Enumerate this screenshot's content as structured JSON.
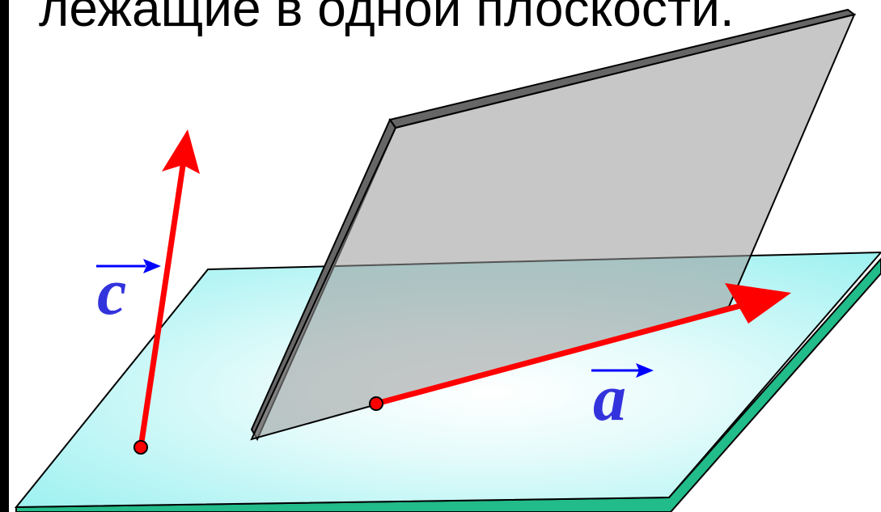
{
  "heading": "лежащие в одной плоскости.",
  "colors": {
    "base_plane_light": "#ffffff",
    "base_plane_dark": "#9ef1f1",
    "base_plane_edge": "#22bb8a",
    "tilted_plane_fill": "#999999",
    "tilted_plane_edge": "#666666",
    "vector": "#ff0000",
    "vector_label": "#3333dd",
    "label_arrow": "#0000ff"
  },
  "icons": [
    "vector-a-arrow",
    "vector-c-arrow"
  ],
  "vectors": {
    "a": {
      "label": "a"
    },
    "c": {
      "label": "c"
    }
  }
}
